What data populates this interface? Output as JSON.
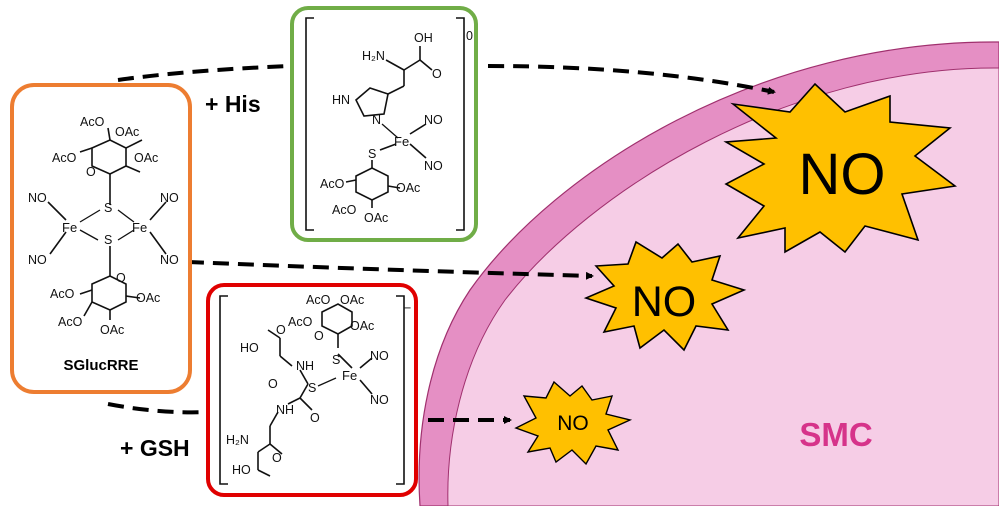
{
  "title": "",
  "colors": {
    "cell_outer": "#e58fc4",
    "cell_inner": "#f6cde6",
    "smc_text": "#d6338a",
    "no_burst": "#ffc000",
    "box_orange": "#ed7d31",
    "box_green": "#70ad47",
    "box_red": "#e00000"
  },
  "cell": {
    "label": "SMC"
  },
  "compounds": {
    "sglucrre": {
      "label": "SGlucRRE",
      "atoms": {
        "fe": "Fe",
        "s": "S",
        "no": "NO",
        "oac": "OAc",
        "aco": "AcO",
        "o": "O"
      }
    },
    "his_adduct": {
      "charge": "0",
      "atoms": {
        "h2n": "H₂N",
        "oh": "OH",
        "o": "O",
        "hn": "HN",
        "n": "N",
        "fe": "Fe",
        "s": "S",
        "no": "NO",
        "oac": "OAc",
        "aco": "AcO"
      }
    },
    "gsh_adduct": {
      "charge": "−",
      "atoms": {
        "ho": "HO",
        "o": "O",
        "nh": "NH",
        "h2n": "H₂N",
        "s": "S",
        "fe": "Fe",
        "no": "NO",
        "oac": "OAc",
        "aco": "AcO"
      }
    }
  },
  "reagents": {
    "his": "+ His",
    "gsh": "+ GSH"
  },
  "no_release": {
    "large": "NO",
    "medium": "NO",
    "small": "NO"
  }
}
